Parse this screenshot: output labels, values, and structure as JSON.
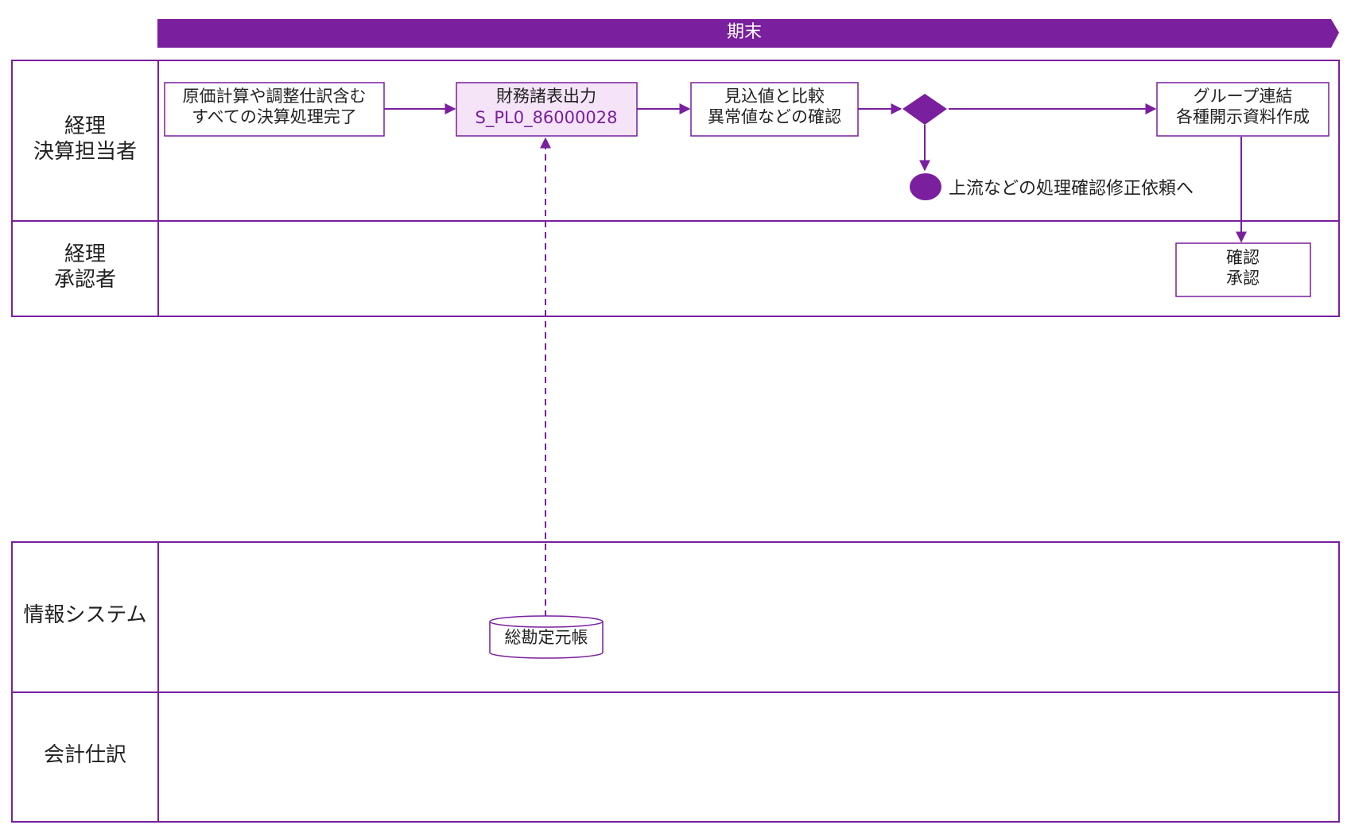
{
  "phase": {
    "label": "期末",
    "color": "#7a1f9e"
  },
  "lanes": {
    "accounting_closer": [
      "経理",
      "決算担当者"
    ],
    "accounting_approver": [
      "経理",
      "承認者"
    ],
    "info_system": "情報システム",
    "journal": "会計仕訳"
  },
  "steps": {
    "closing_complete": [
      "原価計算や調整仕訳含む",
      "すべての決算処理完了"
    ],
    "fs_output": {
      "title": "財務諸表出力",
      "code": "S_PL0_86000028"
    },
    "compare": [
      "見込値と比較",
      "異常値などの確認"
    ],
    "group_report": [
      "グループ連結",
      "各種開示資料作成"
    ],
    "approve": [
      "確認",
      "承認"
    ],
    "ledger": "総勘定元帳"
  },
  "decision": {
    "branch_end_label": "上流などの処理確認修正依頼へ"
  }
}
